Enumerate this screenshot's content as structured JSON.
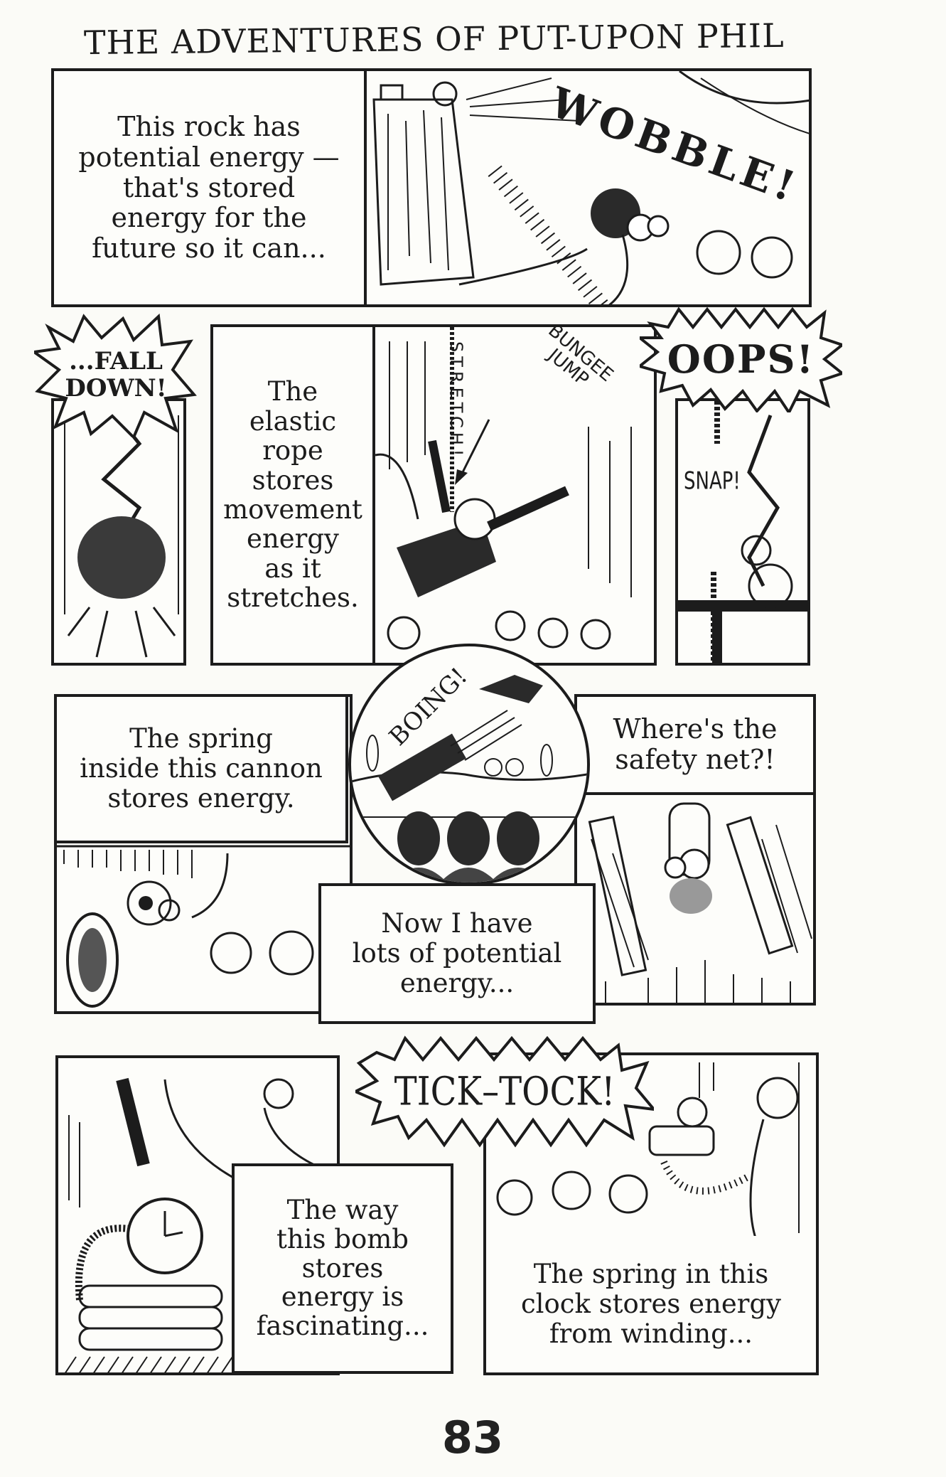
{
  "page": {
    "title": "THE ADVENTURES OF PUT-UPON PHIL",
    "page_number": "83"
  },
  "row1": {
    "caption": "This rock has\npotential energy —\nthat's stored\nenergy for the\nfuture so it can...",
    "sfx_wobble": "WOBBLE!"
  },
  "row2": {
    "sfx_fall_down": "...FALL\nDOWN!",
    "caption": "The\nelastic\nrope\nstores\nmovement\nenergy\nas it\nstretches.",
    "sfx_stretch": "STRETCH!",
    "label_bungee": "BUNGEE\nJUMP",
    "sfx_oops": "OOPS!",
    "sfx_snap": "SNAP!"
  },
  "row3": {
    "caption_cannon": "The spring\ninside this cannon\nstores energy.",
    "sfx_boing": "BOING!",
    "caption_potential": "Now I have\nlots of potential\nenergy...",
    "speech_safety_net": "Where's the\nsafety net?!"
  },
  "row4": {
    "sfx_tick_tock": "TICK–TOCK!",
    "caption_bomb": "The way\nthis bomb\nstores\nenergy is\nfascinating...",
    "caption_clock": "The spring in this\nclock stores energy\nfrom winding..."
  },
  "colors": {
    "ink": "#1c1c1c",
    "paper": "#fbfbf7"
  }
}
